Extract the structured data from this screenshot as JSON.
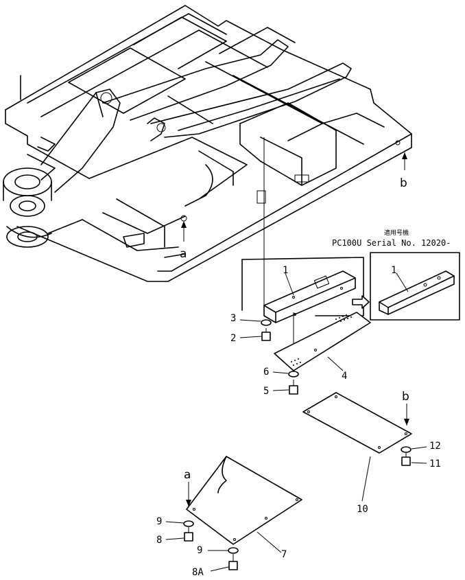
{
  "diagram": {
    "refs": {
      "a_top": "a",
      "a_bottom": "a",
      "b_top": "b",
      "b_bottom": "b"
    },
    "inset": {
      "header_jp": "適用号機",
      "serial_line": "PC100U Serial No. 12020-",
      "part_label": "1"
    },
    "parts": [
      {
        "id": "1"
      },
      {
        "id": "2"
      },
      {
        "id": "3"
      },
      {
        "id": "4"
      },
      {
        "id": "5"
      },
      {
        "id": "6"
      },
      {
        "id": "7"
      },
      {
        "id": "8"
      },
      {
        "id": "8A"
      },
      {
        "id": "9"
      },
      {
        "id": "9"
      },
      {
        "id": "10"
      },
      {
        "id": "11"
      },
      {
        "id": "12"
      }
    ]
  }
}
